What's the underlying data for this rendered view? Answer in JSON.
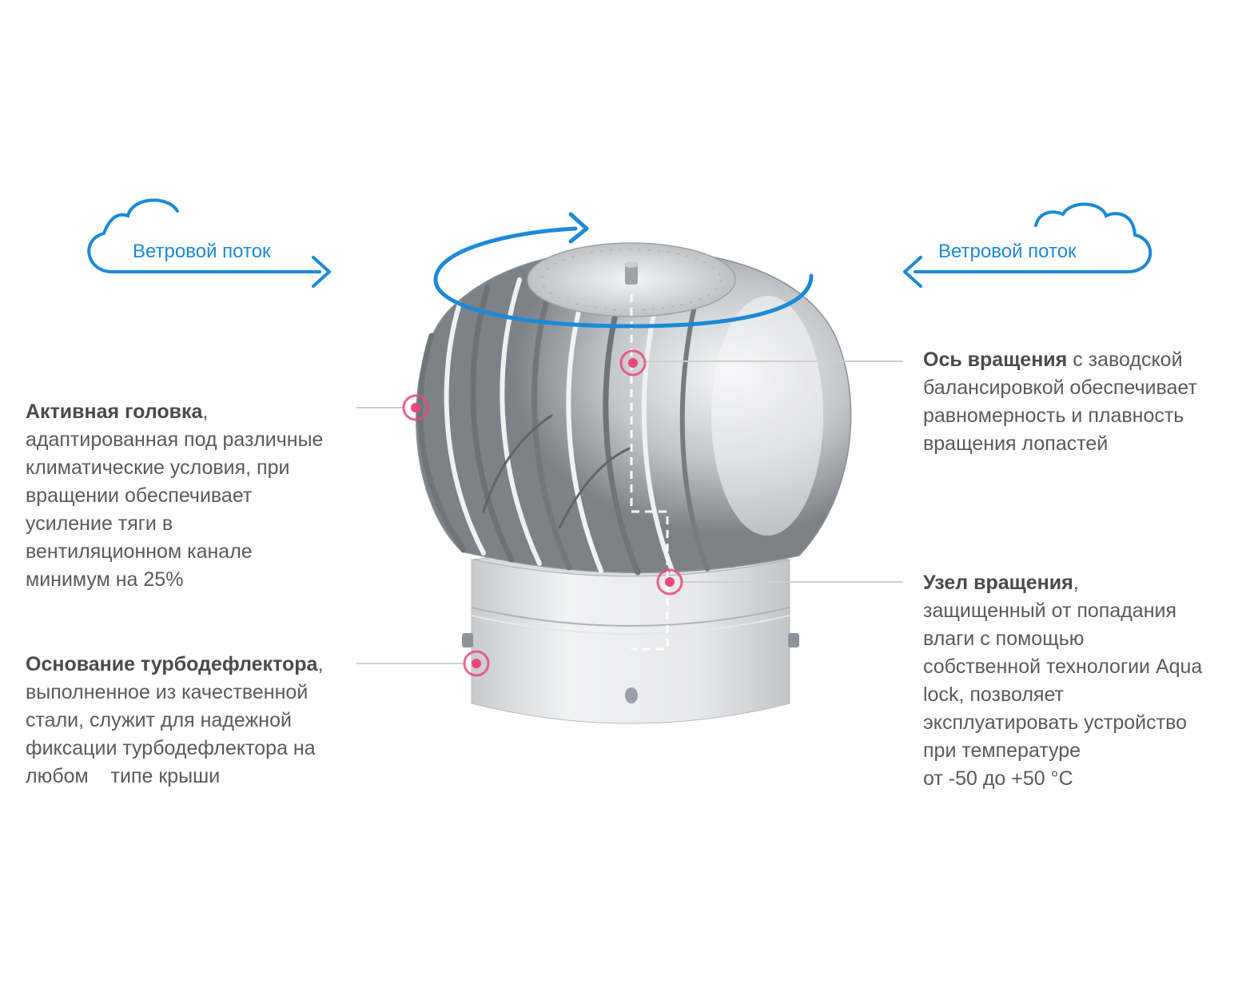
{
  "wind": {
    "left_label": "Ветровой поток",
    "right_label": "Ветровой поток"
  },
  "callouts": {
    "head": {
      "title": "Активная головка",
      "suffix": ",",
      "lines": [
        "адаптированная под различные",
        "климатические условия, при",
        "вращении обеспечивает",
        "усиление тяги в",
        "вентиляционном канале",
        "минимум на 25%"
      ]
    },
    "base": {
      "title": "Основание турбодефлектора",
      "suffix": ",",
      "lines": [
        "выполненное из качественной",
        "стали, служит для надежной",
        "фиксации турбодефлектора на",
        "любом    типе крыши"
      ]
    },
    "axis": {
      "title": "Ось вращения",
      "suffix": " с заводской",
      "lines": [
        "балансировкой обеспечивает",
        "равномерность и плавность",
        "вращения лопастей"
      ]
    },
    "node": {
      "title": "Узел вращения",
      "suffix": ",",
      "lines": [
        "защищенный от попадания",
        "влаги с помощью",
        "собственной технологии Aqua",
        "lock, позволяет",
        "эксплуатировать устройство",
        "при температуре",
        "от -50 до +50 °C"
      ]
    }
  },
  "colors": {
    "accent_blue": "#1a8ad8",
    "marker_pink": "#e8487a",
    "leader_gray": "#c8c8c8",
    "metal_dark": "#7d8288",
    "metal_light": "#e9ebee"
  },
  "icons": [
    "cloud-icon",
    "arrow-right-icon",
    "arrow-left-icon",
    "rotation-arrow-icon",
    "marker-dot-icon"
  ]
}
